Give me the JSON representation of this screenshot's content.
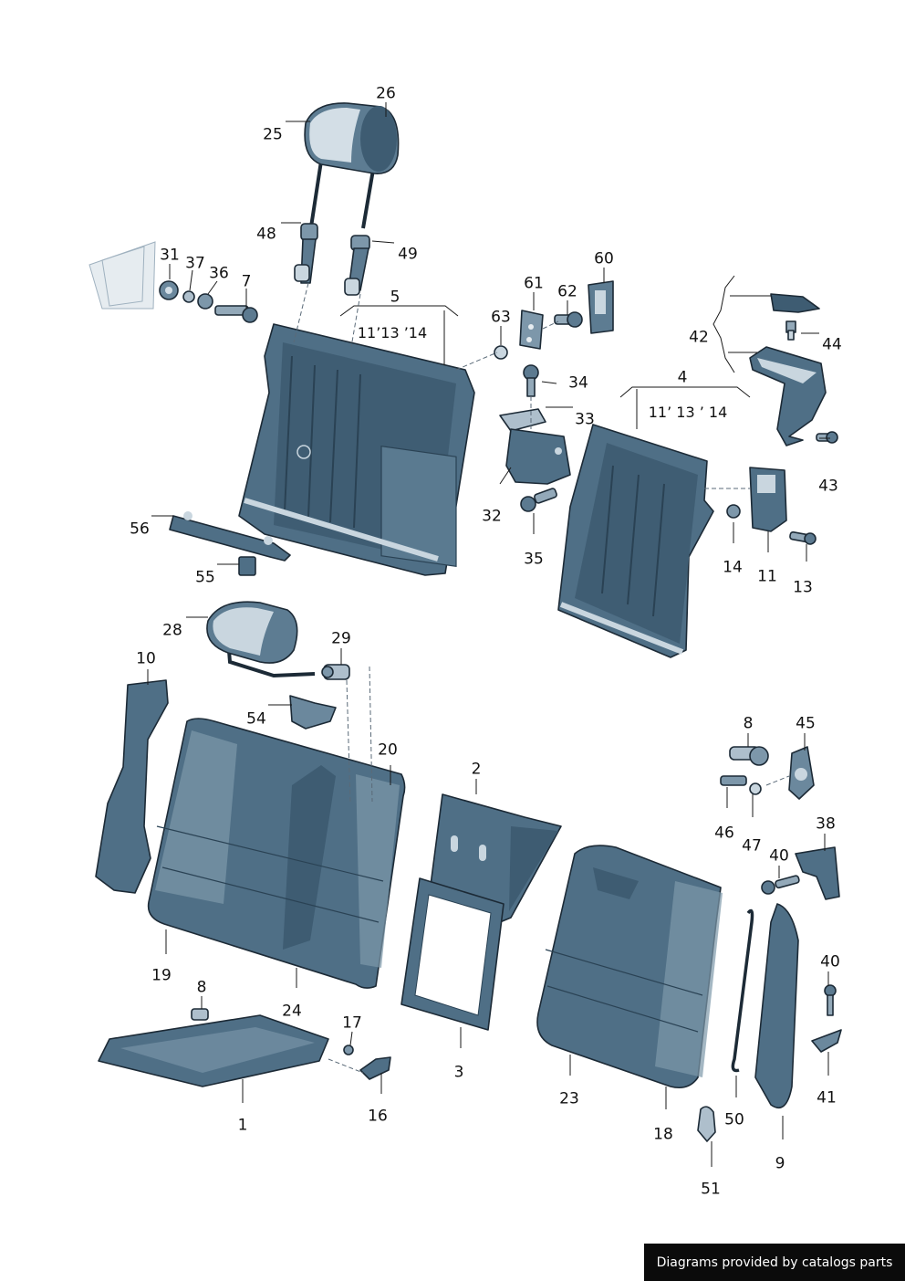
{
  "colors": {
    "part_fill": "#4f6f86",
    "part_dark": "#2f4a5e",
    "part_light": "#c9d6df",
    "accent_pale": "#e6ecf0"
  },
  "callouts": [
    "26",
    "25",
    "48",
    "49",
    "31",
    "37",
    "36",
    "7",
    "5",
    "63",
    "61",
    "62",
    "60",
    "34",
    "33",
    "32",
    "35",
    "42",
    "44",
    "43",
    "4",
    "14",
    "11",
    "13",
    "56",
    "55",
    "28",
    "29",
    "10",
    "54",
    "20",
    "2",
    "8",
    "45",
    "46",
    "47",
    "38",
    "40",
    "19",
    "24",
    "3",
    "23",
    "18",
    "50",
    "9",
    "41",
    "51",
    "1",
    "17",
    "16"
  ],
  "ranges": {
    "assembly_5": "11’13 ’14",
    "assembly_4": "11’ 13 ’ 14"
  },
  "footer": {
    "credit": "Diagrams provided by catalogs parts"
  }
}
